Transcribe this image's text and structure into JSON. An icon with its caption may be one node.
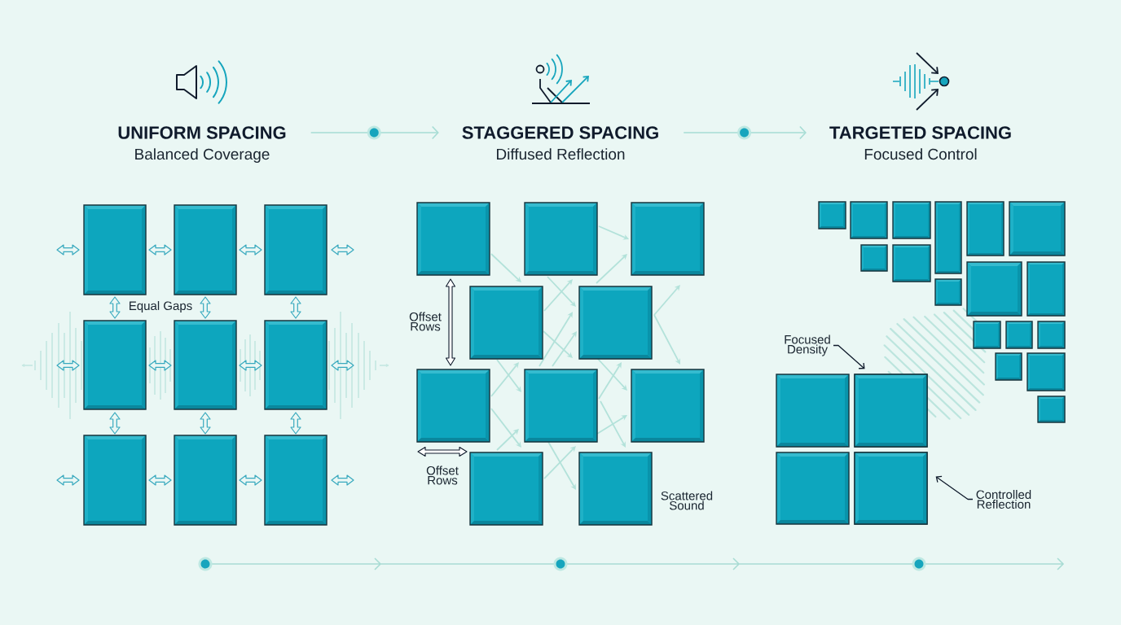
{
  "diagram": {
    "nodes": [
      {
        "text": [
          "UNIFORM SPACING",
          "Balanced Coverage"
        ]
      },
      {
        "text": [
          "STAGGERED SPACING",
          "Diffused Reflection"
        ]
      },
      {
        "text": [
          "TARGETED SPACING",
          "Focused Control"
        ]
      },
      {
        "text": [
          "Focused Density"
        ]
      },
      {
        "text": [],
        "shape": "box"
      },
      {
        "text": [],
        "shape": "box"
      },
      {
        "text": [
          "Controlled Reflection"
        ]
      }
    ],
    "edges": [
      {
        "from": 0,
        "to": 1,
        "arrow": "to",
        "color": "#a6dcd4"
      },
      {
        "from": 1,
        "to": 2,
        "arrow": "to",
        "color": "#a6dcd4"
      },
      {
        "from": 3,
        "to": 4,
        "arrow": "to",
        "color": "#101b2c"
      },
      {
        "from": 6,
        "to": 5,
        "arrow": "to",
        "color": "#101b2c"
      }
    ],
    "labels": [
      "Equal Gaps",
      "Offset Rows",
      "Offset Rows",
      "Scattered Sound"
    ]
  }
}
